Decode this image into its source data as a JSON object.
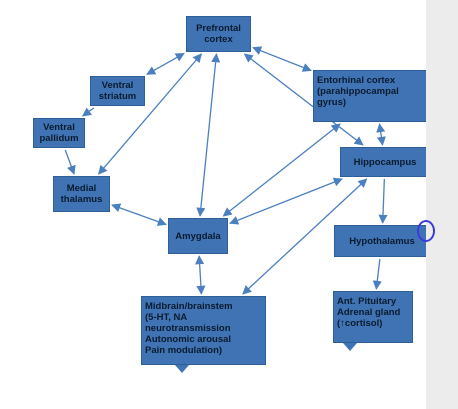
{
  "diagram": {
    "nodes": {
      "prefrontal": "Prefrontal\ncortex",
      "ventral_striatum": "Ventral\nstriatum",
      "ventral_pallidum": "Ventral\npallidum",
      "medial_thalamus": "Medial\nthalamus",
      "amygdala": "Amygdala",
      "entorhinal": "Entorhinal cortex\n(parahippocampal\ngyrus)",
      "hippocampus": "Hippocampus",
      "hypothalamus": "Hypothalamus",
      "midbrain": "Midbrain/brainstem\n(5-HT, NA\nneurotransmission\nAutonomic arousal\nPain modulation)",
      "pituitary": "Ant. Pituitary\nAdrenal gland\n(↑cortisol)"
    },
    "edges": [
      {
        "from": "prefrontal",
        "to": "ventral_striatum",
        "direction": "both"
      },
      {
        "from": "prefrontal",
        "to": "entorhinal",
        "direction": "both"
      },
      {
        "from": "prefrontal",
        "to": "medial_thalamus",
        "direction": "both"
      },
      {
        "from": "prefrontal",
        "to": "amygdala",
        "direction": "both"
      },
      {
        "from": "prefrontal",
        "to": "hippocampus",
        "direction": "both"
      },
      {
        "from": "ventral_striatum",
        "to": "ventral_pallidum",
        "direction": "forward"
      },
      {
        "from": "ventral_pallidum",
        "to": "medial_thalamus",
        "direction": "forward"
      },
      {
        "from": "medial_thalamus",
        "to": "amygdala",
        "direction": "both"
      },
      {
        "from": "entorhinal",
        "to": "hippocampus",
        "direction": "both"
      },
      {
        "from": "entorhinal",
        "to": "amygdala",
        "direction": "both"
      },
      {
        "from": "hippocampus",
        "to": "amygdala",
        "direction": "both"
      },
      {
        "from": "hippocampus",
        "to": "midbrain",
        "direction": "both"
      },
      {
        "from": "hippocampus",
        "to": "hypothalamus",
        "direction": "forward"
      },
      {
        "from": "amygdala",
        "to": "midbrain",
        "direction": "both"
      },
      {
        "from": "hypothalamus",
        "to": "pituitary",
        "direction": "forward"
      }
    ],
    "colors": {
      "node_fill": "#3f73b4",
      "node_border": "#2f5f97",
      "node_text": "#0b1b2e",
      "arrow": "#4a7fc0",
      "side_panel": "#ececec",
      "edge_marker": "#3b3bd8"
    }
  }
}
